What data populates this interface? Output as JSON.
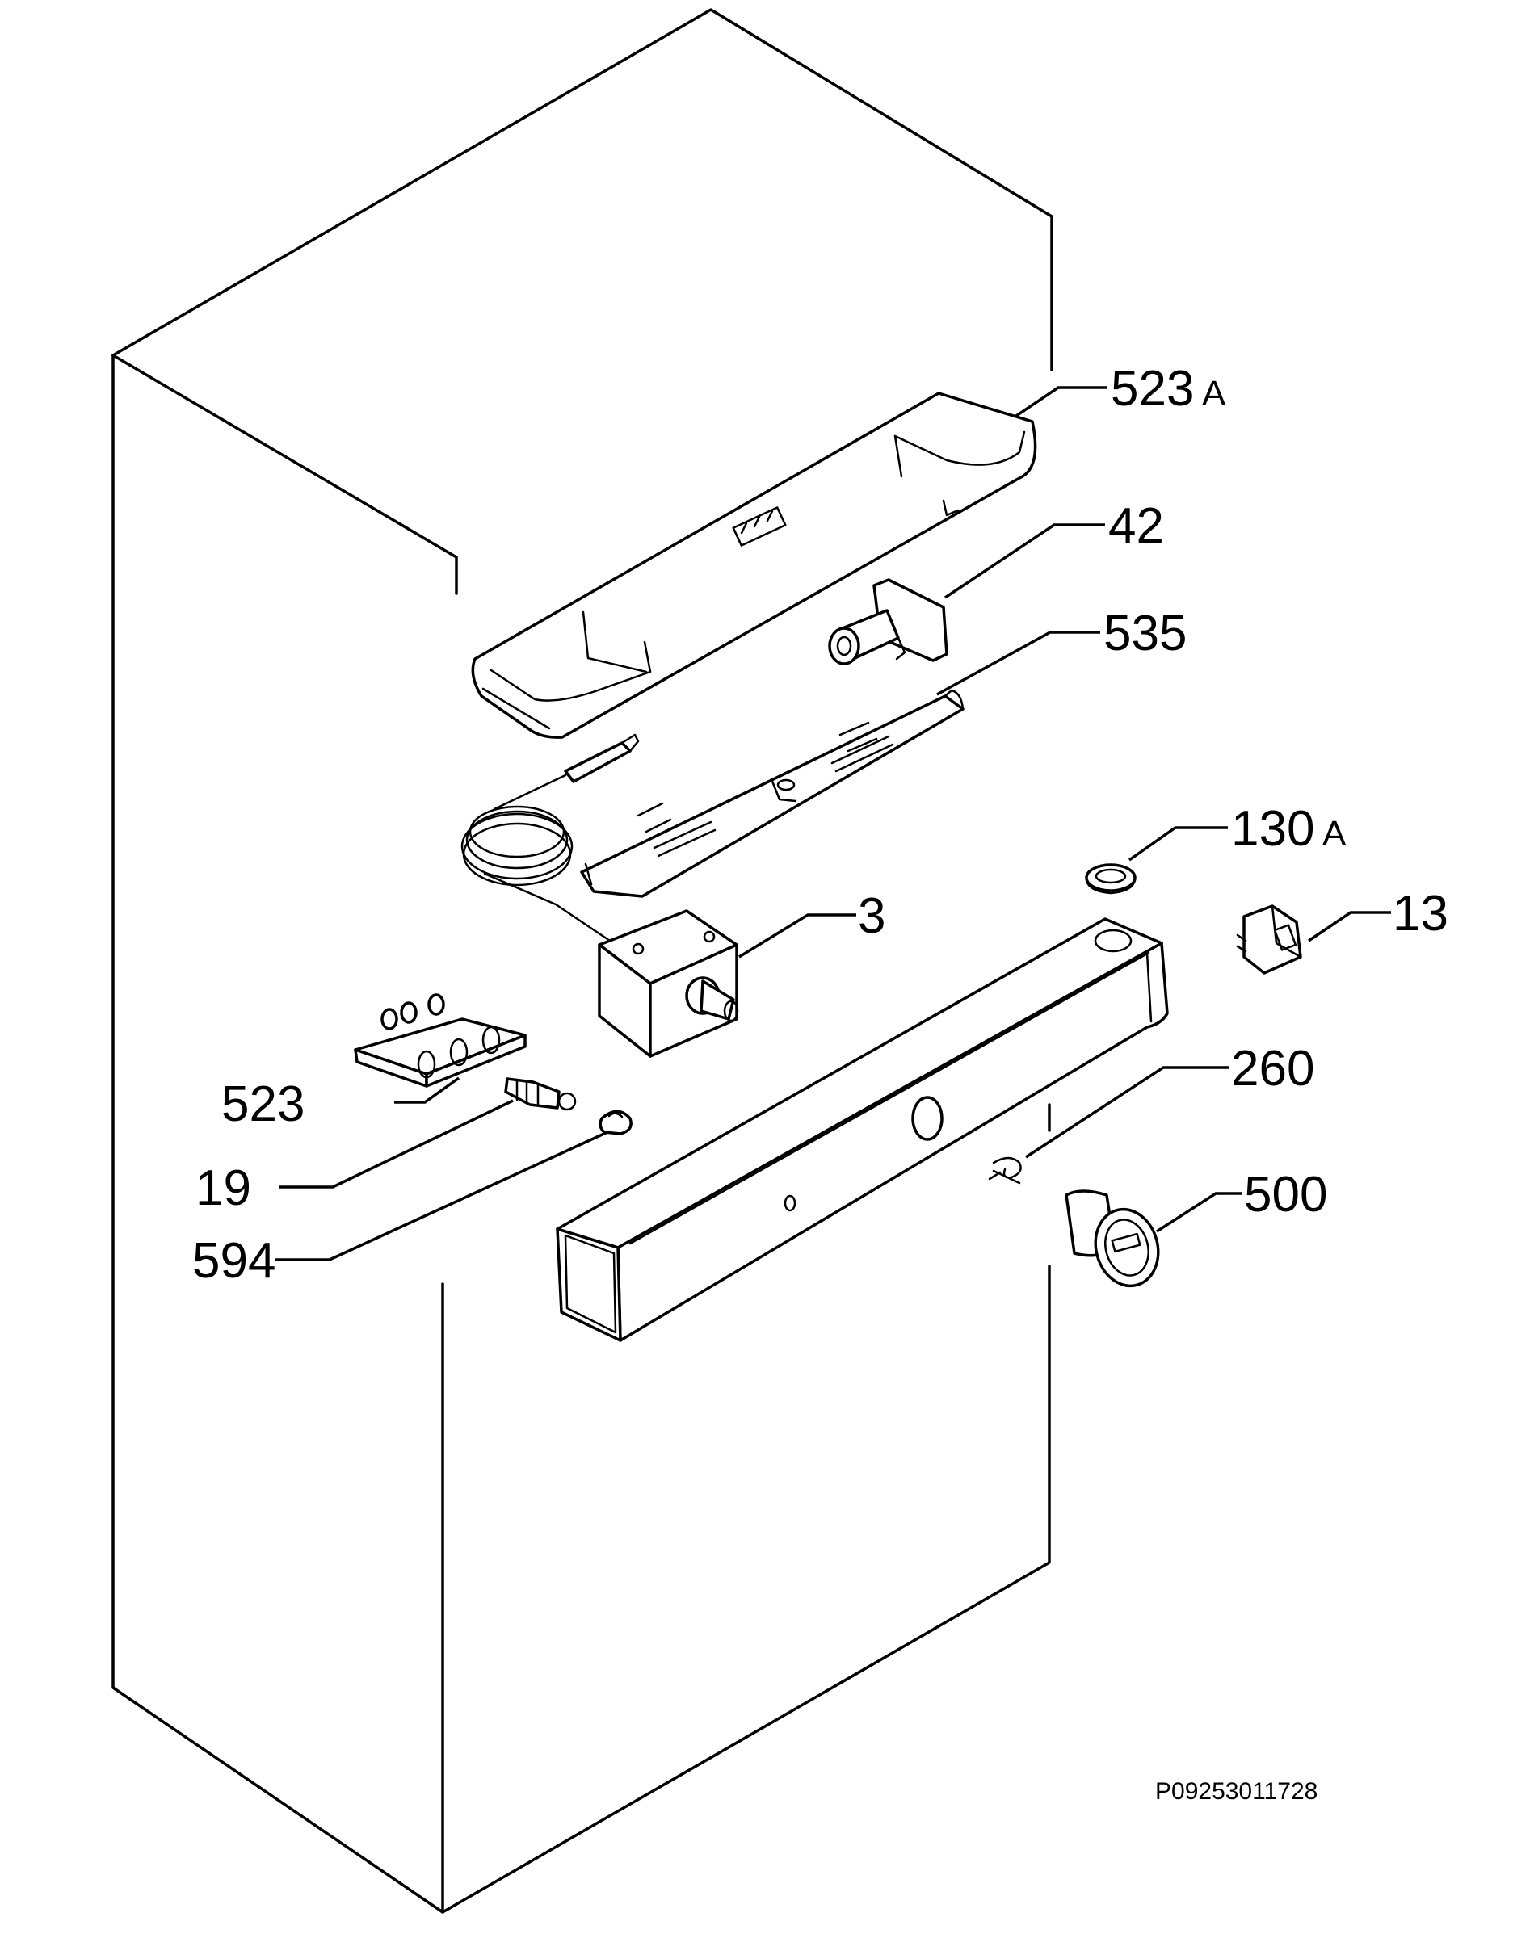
{
  "diagram": {
    "callouts": {
      "c523a": {
        "number": "523",
        "suffix": "A"
      },
      "c42": {
        "number": "42"
      },
      "c535": {
        "number": "535"
      },
      "c130a": {
        "number": "130",
        "suffix": "A"
      },
      "c3": {
        "number": "3"
      },
      "c13": {
        "number": "13"
      },
      "c260": {
        "number": "260"
      },
      "c523": {
        "number": "523"
      },
      "c19": {
        "number": "19"
      },
      "c500": {
        "number": "500"
      },
      "c594": {
        "number": "594"
      }
    },
    "document_id": "P09253011728"
  }
}
